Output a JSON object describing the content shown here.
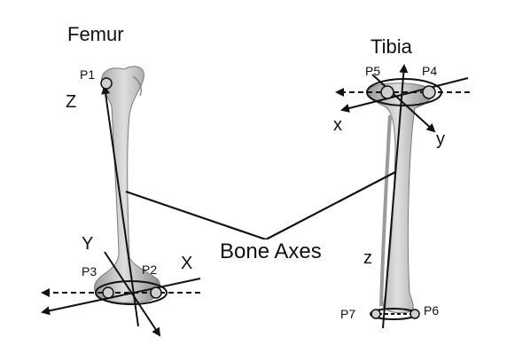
{
  "titles": {
    "femur": "Femur",
    "tibia": "Tibia"
  },
  "center_label": "Bone Axes",
  "femur": {
    "axes": {
      "z": "Z",
      "y": "Y",
      "x": "X"
    },
    "points": {
      "p1": "P1",
      "p2": "P2",
      "p3": "P3"
    }
  },
  "tibia": {
    "axes": {
      "x": "x",
      "y": "y",
      "z": "z"
    },
    "points": {
      "p4": "P4",
      "p5": "P5",
      "p6": "P6",
      "p7": "P7"
    }
  },
  "colors": {
    "bone": "#c9c9c9",
    "bone_shadow": "#8e8e8e",
    "ink": "#111111"
  }
}
